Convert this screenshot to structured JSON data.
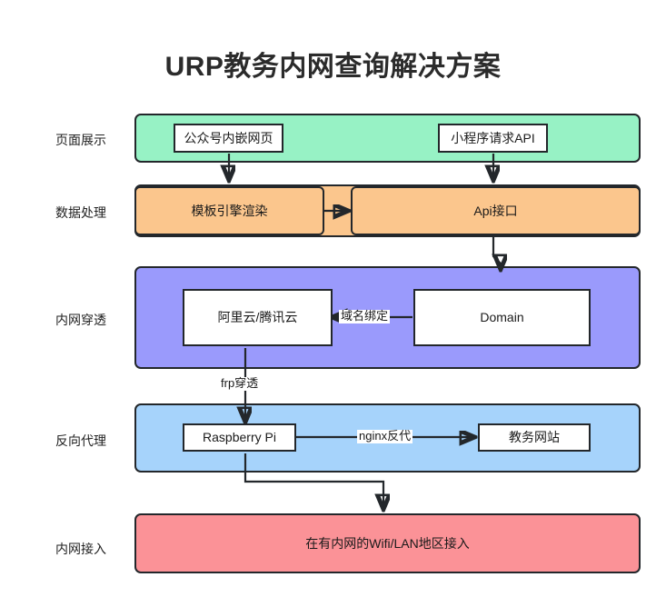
{
  "title": "URP教务内网查询解决方案",
  "colors": {
    "band_presentation": "#97f2c5",
    "band_processing": "#fbc68d",
    "band_tunnel": "#9a9afc",
    "band_proxy": "#a6d3fb",
    "band_access": "#fb9297",
    "stroke": "#23272b",
    "node_fill": "#ffffff",
    "text": "#1a1a1a"
  },
  "rows": [
    {
      "label": "页面展示"
    },
    {
      "label": "数据处理"
    },
    {
      "label": "内网穿透"
    },
    {
      "label": "反向代理"
    },
    {
      "label": "内网接入"
    }
  ],
  "nodes": {
    "wechat_page": "公众号内嵌网页",
    "miniapp_api": "小程序请求API",
    "template_render": "模板引擎渲染",
    "api_interface": "Api接口",
    "cloud": "阿里云/腾讯云",
    "domain": "Domain",
    "raspberry_pi": "Raspberry Pi",
    "urp_site": "教务网站",
    "lan_access": "在有内网的Wifi/LAN地区接入"
  },
  "edge_labels": {
    "domain_binding": "域名绑定",
    "frp_tunnel": "frp穿透",
    "nginx_proxy": "nginx反代"
  },
  "chart_data": {
    "type": "diagram",
    "title": "URP教务内网查询解决方案",
    "layers": [
      {
        "name": "页面展示",
        "color": "#97f2c5",
        "nodes": [
          "公众号内嵌网页",
          "小程序请求API"
        ]
      },
      {
        "name": "数据处理",
        "color": "#fbc68d",
        "nodes": [
          "模板引擎渲染",
          "Api接口"
        ]
      },
      {
        "name": "内网穿透",
        "color": "#9a9afc",
        "nodes": [
          "阿里云/腾讯云",
          "Domain"
        ]
      },
      {
        "name": "反向代理",
        "color": "#a6d3fb",
        "nodes": [
          "Raspberry Pi",
          "教务网站"
        ]
      },
      {
        "name": "内网接入",
        "color": "#fb9297",
        "nodes": [
          "在有内网的Wifi/LAN地区接入"
        ]
      }
    ],
    "edges": [
      {
        "from": "公众号内嵌网页",
        "to": "模板引擎渲染",
        "label": ""
      },
      {
        "from": "小程序请求API",
        "to": "Api接口",
        "label": ""
      },
      {
        "from": "模板引擎渲染",
        "to": "Api接口",
        "label": ""
      },
      {
        "from": "Api接口",
        "to": "Domain",
        "label": ""
      },
      {
        "from": "Domain",
        "to": "阿里云/腾讯云",
        "label": "域名绑定"
      },
      {
        "from": "阿里云/腾讯云",
        "to": "Raspberry Pi",
        "label": "frp穿透"
      },
      {
        "from": "Raspberry Pi",
        "to": "教务网站",
        "label": "nginx反代"
      },
      {
        "from": "Raspberry Pi",
        "to": "在有内网的Wifi/LAN地区接入",
        "label": ""
      }
    ]
  }
}
